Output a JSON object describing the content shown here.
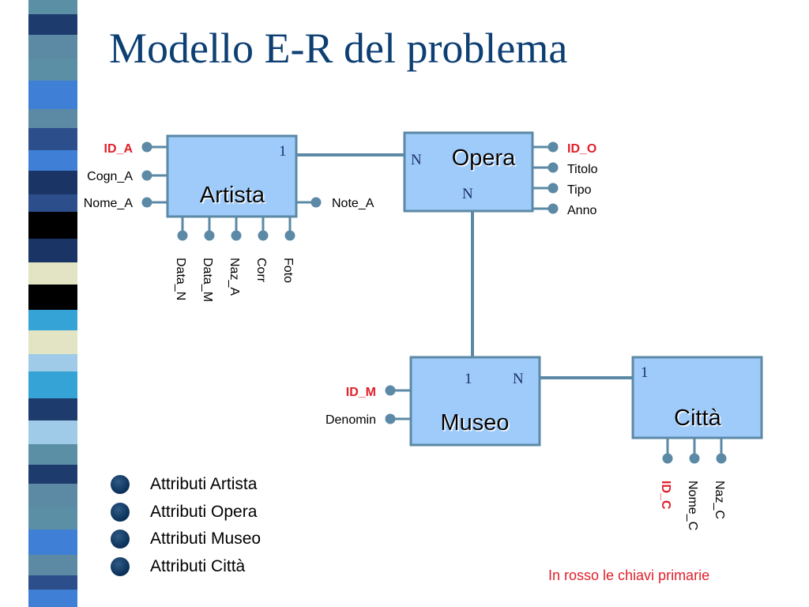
{
  "title": "Modello E-R del problema",
  "colors": {
    "entity_fill": "#9fcbfa",
    "entity_border": "#5b89a6",
    "connector": "#5b89a6",
    "title": "#0d3f73",
    "primary_key": "#e0202a",
    "strip": [
      "#5b8fa6",
      "#2c4f8c",
      "#e2e4c4",
      "#1e3b6e",
      "#3f7fd6",
      "#000000",
      "#9fcbe8",
      "#5c8aa4",
      "#1a3565",
      "#36a3d6"
    ]
  },
  "entities": {
    "artista": {
      "name": "Artista",
      "cardinality": "1",
      "attributes_left": [
        {
          "label": "ID_A",
          "key": true
        },
        {
          "label": "Cogn_A",
          "key": false
        },
        {
          "label": "Nome_A",
          "key": false
        }
      ],
      "attributes_right": [
        {
          "label": "Note_A",
          "key": false
        }
      ],
      "attributes_bottom": [
        {
          "label": "Data_N",
          "key": false
        },
        {
          "label": "Data_M",
          "key": false
        },
        {
          "label": "Naz_A",
          "key": false
        },
        {
          "label": "Corr",
          "key": false
        },
        {
          "label": "Foto",
          "key": false
        }
      ]
    },
    "opera": {
      "name": "Opera",
      "card_left": "N",
      "card_bottom": "N",
      "attributes_right": [
        {
          "label": "ID_O",
          "key": true
        },
        {
          "label": "Titolo",
          "key": false
        },
        {
          "label": "Tipo",
          "key": false
        },
        {
          "label": "Anno",
          "key": false
        }
      ]
    },
    "museo": {
      "name": "Museo",
      "card_left": "1",
      "card_right": "N",
      "attributes_left": [
        {
          "label": "ID_M",
          "key": true
        },
        {
          "label": "Denomin",
          "key": false
        }
      ]
    },
    "citta": {
      "name": "Città",
      "cardinality": "1",
      "attributes_bottom": [
        {
          "label": "ID_C",
          "key": true
        },
        {
          "label": "Nome_C",
          "key": false
        },
        {
          "label": "Naz_C",
          "key": false
        }
      ]
    }
  },
  "legend": [
    "Attributi Artista",
    "Attributi Opera",
    "Attributi Museo",
    "Attributi Città"
  ],
  "footnote": "In rosso le chiavi primarie"
}
